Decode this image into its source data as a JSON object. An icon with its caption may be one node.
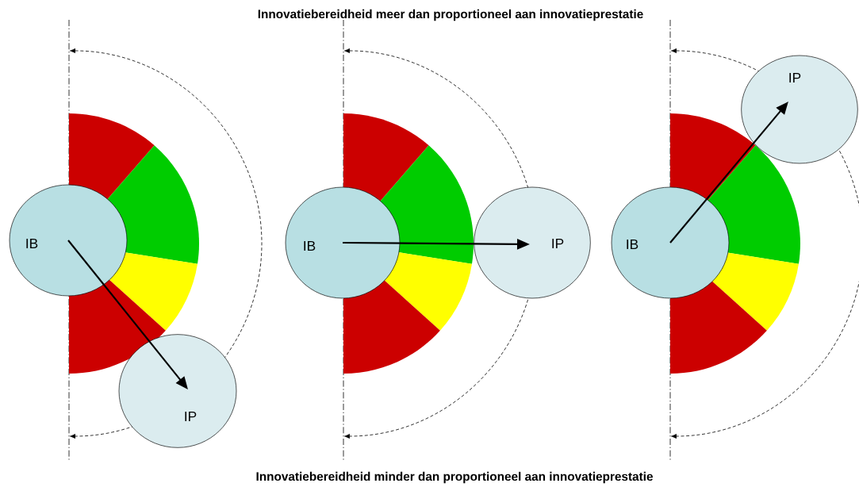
{
  "diagram": {
    "title": "Innovatiebereidheid meer dan  proportioneel aan innovatieprestatie",
    "caption": "Innovatiebereidheid minder dan proportioneel aan innovatieprestatie",
    "nodes": [
      {
        "text": [
          "IB"
        ]
      },
      {
        "text": [
          "IP"
        ]
      },
      {
        "text": [
          "IB"
        ]
      },
      {
        "text": [
          "IP"
        ]
      },
      {
        "text": [
          "IB"
        ]
      },
      {
        "text": [
          "IP"
        ]
      }
    ],
    "edges": [
      {
        "from": 0,
        "to": 1,
        "arrow": "to"
      },
      {
        "from": 2,
        "to": 3,
        "arrow": "to"
      },
      {
        "from": 4,
        "to": 5,
        "arrow": "to"
      }
    ]
  }
}
